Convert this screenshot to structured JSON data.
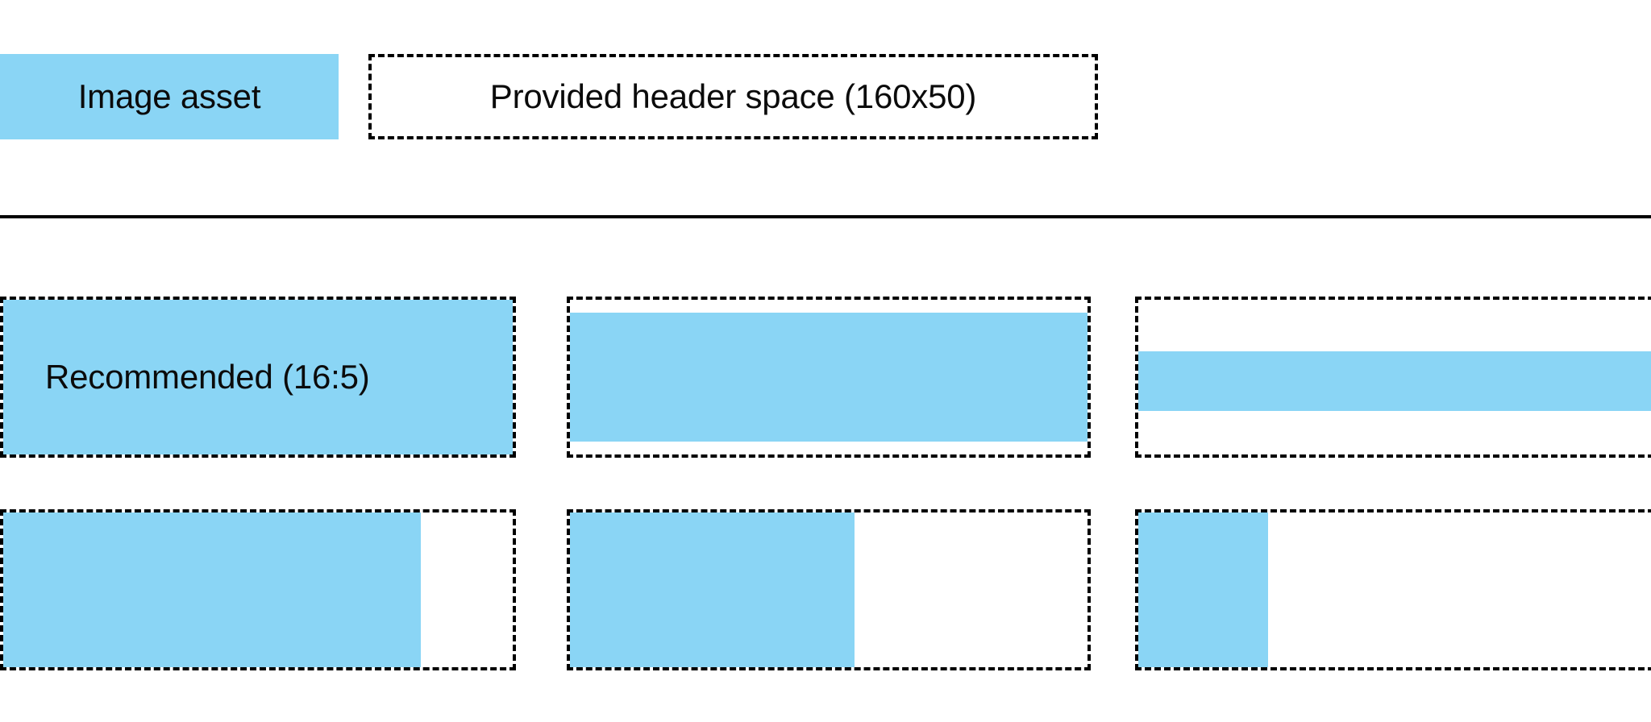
{
  "legend": {
    "swatch_label": "Image asset",
    "outline_label": "Provided header space (160x50)",
    "swatch_color": "#8ad5f5",
    "outline_style": "dashed",
    "outline_color": "#000000"
  },
  "divider": {
    "color": "#000000"
  },
  "examples": {
    "rows": [
      {
        "row_name": "recommended-ratio-row",
        "boxes": [
          {
            "label": "Recommended (16:5)",
            "fill": "full",
            "fill_color": "#8ad5f5"
          },
          {
            "label": "",
            "fill": "inset-vertical",
            "fill_color": "#8ad5f5"
          },
          {
            "label": "",
            "fill": "centered-band",
            "fill_color": "#8ad5f5"
          }
        ]
      },
      {
        "row_name": "narrower-asset-row",
        "boxes": [
          {
            "label": "",
            "fill": "left-82-percent",
            "fill_color": "#8ad5f5"
          },
          {
            "label": "",
            "fill": "left-55-percent",
            "fill_color": "#8ad5f5"
          },
          {
            "label": "",
            "fill": "left-24-percent",
            "fill_color": "#8ad5f5"
          }
        ]
      }
    ]
  }
}
